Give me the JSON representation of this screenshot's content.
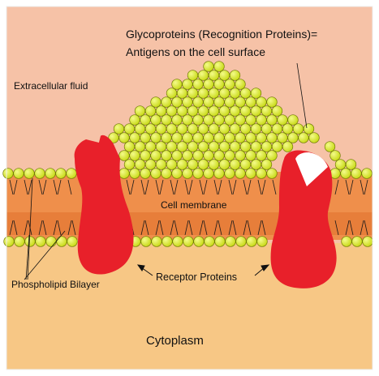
{
  "labels": {
    "glyco_line1": "Glycoproteins (Recognition Proteins)=",
    "glyco_line2": "Antigens on the cell surface",
    "extracellular": "Extracellular fluid",
    "membrane": "Cell membrane",
    "receptor": "Receptor Proteins",
    "bilayer": "Phospholipid Bilayer",
    "cytoplasm": "Cytoplasm"
  },
  "colors": {
    "extracellular": "#f6c2a7",
    "cytoplasm": "#f7c785",
    "membrane_core": "#ef8f4b",
    "phospholipid_head": "#d6e51e",
    "protein": "#e8202a",
    "antigen_site": "#ffffff"
  }
}
